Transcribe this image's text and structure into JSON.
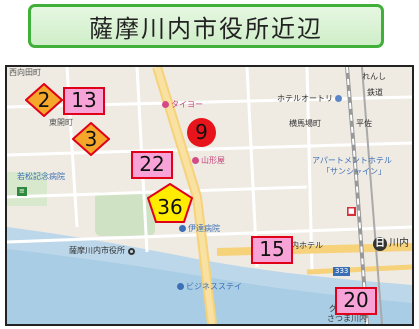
{
  "title": "薩摩川内市役所近辺",
  "map": {
    "labels": {
      "nishimukaida": "西向田町",
      "tokiwa": "東開町",
      "wakamatsu": "若松記念病院",
      "taiyo": "タイヨー",
      "hotel_orati": "ホテルオートリ",
      "renshi": "れんし",
      "tetsudo": "鉄道",
      "yokomachi": "横馬場町",
      "heisei": "平佐",
      "apartment": "アパートメントホテル",
      "sunshine": "「サンシャイン」",
      "yamagataya": "山形屋",
      "ito_hospital": "伊達病院",
      "city_hall": "薩摩川内市役所",
      "naihotel": "内ホテル",
      "business_st": "ビジネスステイ",
      "station": "川内",
      "route": "333",
      "grand": "グラン",
      "satsuma_sendai": "さつま川内",
      "station_mark": "日"
    },
    "markers": {
      "m2": "2",
      "m13": "13",
      "m3": "3",
      "m9": "9",
      "m22": "22",
      "m36": "36",
      "m15": "15",
      "m20": "20"
    }
  }
}
